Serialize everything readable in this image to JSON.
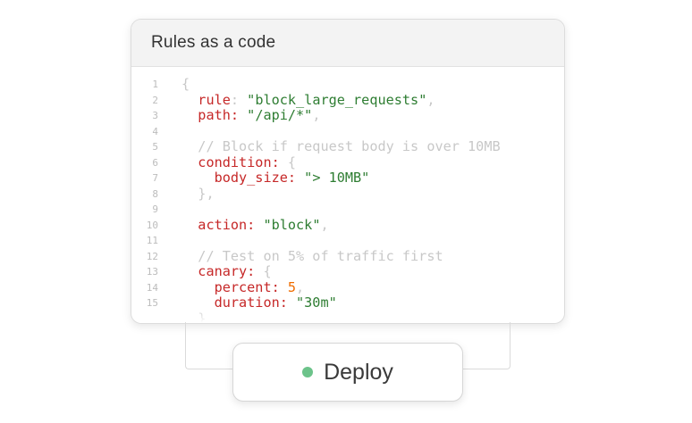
{
  "card": {
    "title": "Rules as a code"
  },
  "code_lines": [
    {
      "num": "1",
      "tokens": [
        {
          "t": "punc",
          "v": "{"
        }
      ]
    },
    {
      "num": "2",
      "tokens": [
        {
          "t": "",
          "v": "  "
        },
        {
          "t": "key",
          "v": "rule"
        },
        {
          "t": "punc",
          "v": ": "
        },
        {
          "t": "str",
          "v": "\"block_large_requests\""
        },
        {
          "t": "punc",
          "v": ","
        }
      ]
    },
    {
      "num": "3",
      "tokens": [
        {
          "t": "",
          "v": "  "
        },
        {
          "t": "key",
          "v": "path: "
        },
        {
          "t": "str",
          "v": "\"/api/*\""
        },
        {
          "t": "punc",
          "v": ","
        }
      ]
    },
    {
      "num": "4",
      "tokens": []
    },
    {
      "num": "5",
      "tokens": [
        {
          "t": "",
          "v": "  "
        },
        {
          "t": "comment",
          "v": "// Block if request body is over 10MB"
        }
      ]
    },
    {
      "num": "6",
      "tokens": [
        {
          "t": "",
          "v": "  "
        },
        {
          "t": "key",
          "v": "condition: "
        },
        {
          "t": "punc",
          "v": "{"
        }
      ]
    },
    {
      "num": "7",
      "tokens": [
        {
          "t": "",
          "v": "    "
        },
        {
          "t": "key",
          "v": "body_size: "
        },
        {
          "t": "str",
          "v": "\"> 10MB\""
        }
      ]
    },
    {
      "num": "8",
      "tokens": [
        {
          "t": "",
          "v": "  "
        },
        {
          "t": "punc",
          "v": "},"
        }
      ]
    },
    {
      "num": "9",
      "tokens": []
    },
    {
      "num": "10",
      "tokens": [
        {
          "t": "",
          "v": "  "
        },
        {
          "t": "key",
          "v": "action: "
        },
        {
          "t": "str",
          "v": "\"block\""
        },
        {
          "t": "punc",
          "v": ","
        }
      ]
    },
    {
      "num": "11",
      "tokens": []
    },
    {
      "num": "12",
      "tokens": [
        {
          "t": "",
          "v": "  "
        },
        {
          "t": "comment",
          "v": "// Test on 5% of traffic first"
        }
      ]
    },
    {
      "num": "13",
      "tokens": [
        {
          "t": "",
          "v": "  "
        },
        {
          "t": "key",
          "v": "canary: "
        },
        {
          "t": "punc",
          "v": "{"
        }
      ]
    },
    {
      "num": "14",
      "tokens": [
        {
          "t": "",
          "v": "    "
        },
        {
          "t": "key",
          "v": "percent: "
        },
        {
          "t": "num",
          "v": "5"
        },
        {
          "t": "punc",
          "v": ","
        }
      ]
    },
    {
      "num": "15",
      "tokens": [
        {
          "t": "",
          "v": "    "
        },
        {
          "t": "key",
          "v": "duration: "
        },
        {
          "t": "str",
          "v": "\"30m\""
        }
      ]
    },
    {
      "num": "",
      "tokens": [
        {
          "t": "",
          "v": "  "
        },
        {
          "t": "punc",
          "v": "}"
        }
      ]
    }
  ],
  "deploy": {
    "label": "Deploy",
    "status_color": "#6cc38a"
  },
  "colors": {
    "key": "#c62828",
    "string": "#2e7d32",
    "number": "#ef6c00",
    "muted": "#c8c8c8"
  }
}
